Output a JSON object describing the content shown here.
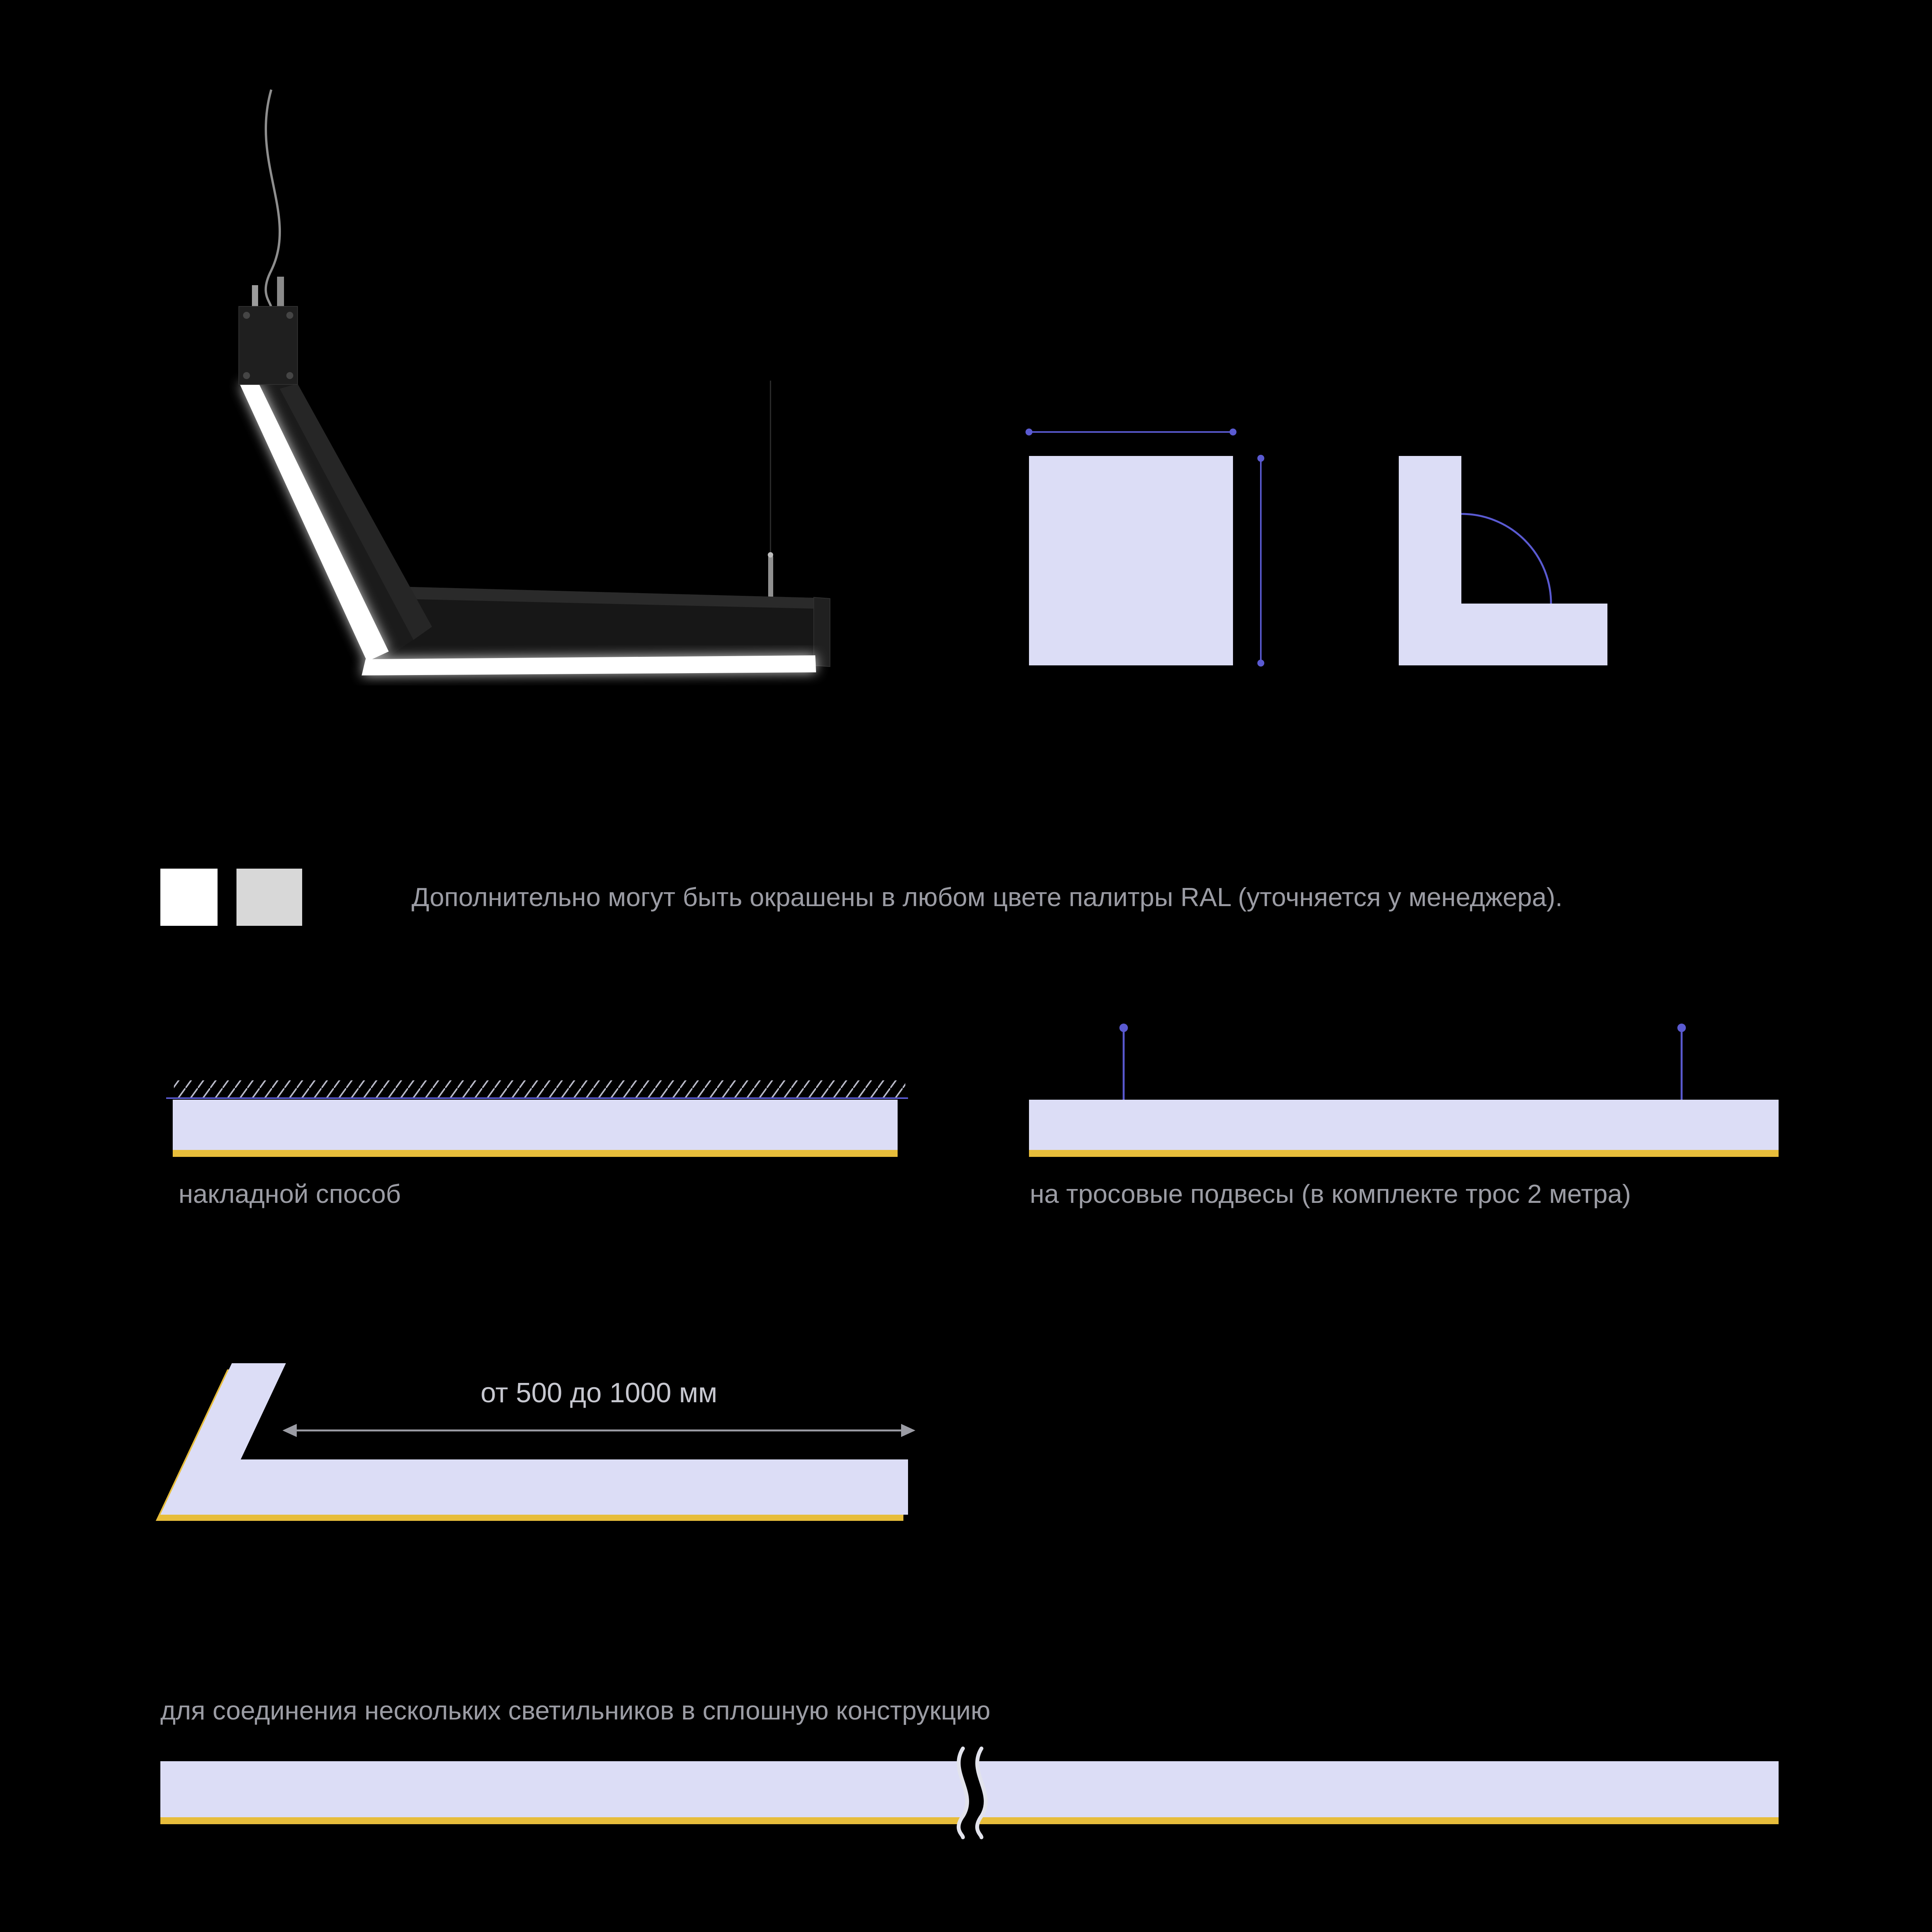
{
  "colors": {
    "panel": "#dcddf6",
    "edge": "#e7bd3b",
    "accent": "#5a5ad1",
    "hatch": "#b9bac8",
    "muted": "#9b9ca4",
    "light": "#c6c7cf",
    "swatch-white": "#ffffff",
    "swatch-gray": "#d8d8d8"
  },
  "notes": {
    "ral": "Дополнительно могут быть окрашены в любом цвете палитры RAL (уточняется у менеджера).",
    "connection": "для соединения нескольких светильников в сплошную конструкцию"
  },
  "mounting": {
    "surface": "накладной способ",
    "cable": "на тросовые подвесы (в комплекте трос 2 метра)"
  },
  "dimensions": {
    "length_range": "от 500 до 1000 мм"
  }
}
